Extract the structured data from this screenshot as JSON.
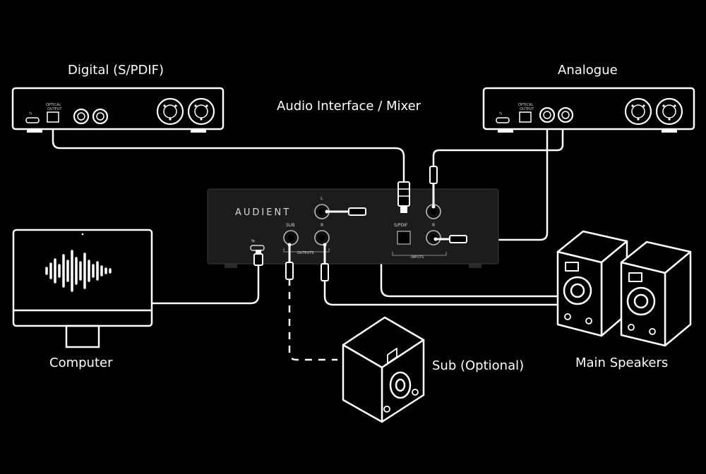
{
  "labels": {
    "digital": "Digital (S/PDIF)",
    "analogue": "Analogue",
    "interface_title": "Audio Interface / Mixer",
    "computer": "Computer",
    "sub": "Sub (Optional)",
    "main_speakers": "Main Speakers"
  },
  "interface": {
    "brand": "AUDIENT",
    "jack_l": "L",
    "jack_r_top": "R",
    "jack_sub": "SUB",
    "jack_r_out": "R",
    "outputs": "OUTPUTS",
    "spdif": "S/PDIF",
    "jack_r_in": "R",
    "inputs": "INPUTS"
  },
  "digital_device": {
    "optical_line1": "OPTICAL",
    "optical_line2": "OUTPUT"
  },
  "analogue_device": {
    "optical_line1": "OPTICAL",
    "optical_line2": "OUTPUT"
  },
  "colors": {
    "background": "#000000",
    "line": "#ffffff",
    "interface_body": "#1c1c1c"
  }
}
